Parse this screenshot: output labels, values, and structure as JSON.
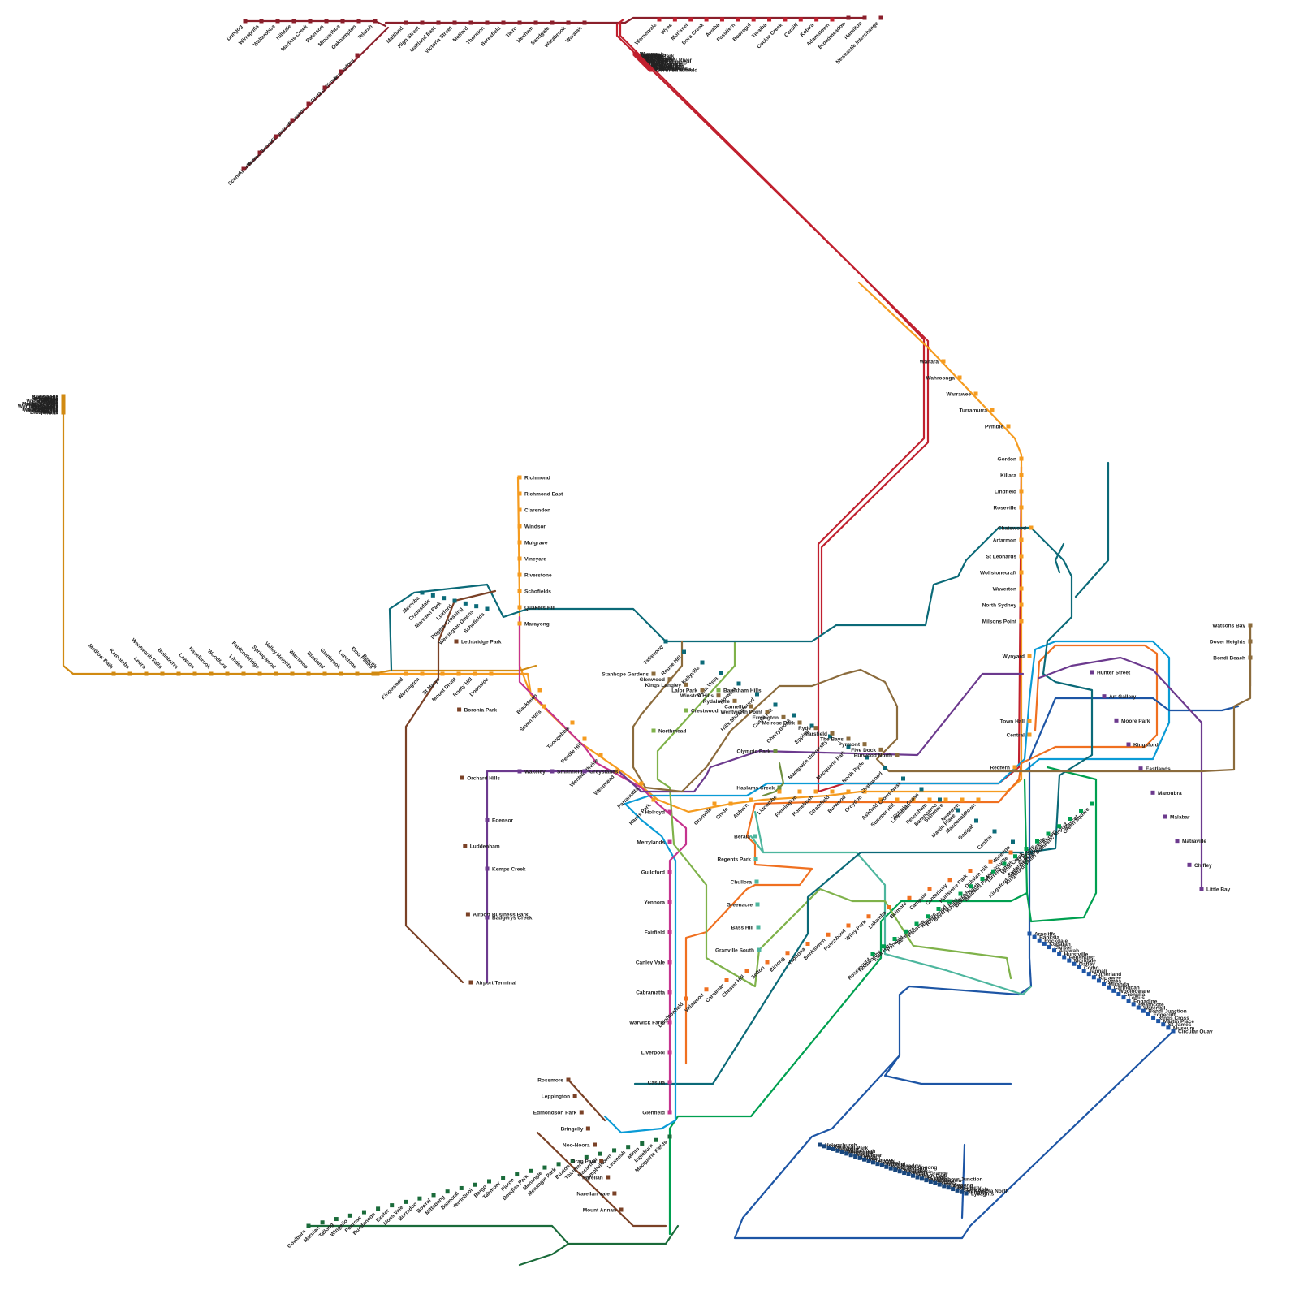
{
  "colors": {
    "hunter": "#8B1F2B",
    "central_coast": "#C0202E",
    "t1": "#F59B1F",
    "blue_mountains": "#D18A12",
    "t2": "#0A9BD6",
    "t3": "#F07020",
    "t4": "#1D55A5",
    "t5": "#C5338E",
    "t6": "#4DB69E",
    "t7": "#6D8E3E",
    "t8": "#00A050",
    "t9": "#D11F2E",
    "metro": "#0B6A78",
    "light_rail_l2": "#8B6B3C",
    "light_rail_l3": "#6E3B8C",
    "southern_highlands": "#1A6B3A",
    "south_coast": "#17467D",
    "new_lines_purple": "#6C3A8E",
    "new_lines_brown": "#7A4126",
    "parramatta_lr": "#7FB24A"
  },
  "stations": {
    "hunter": [
      "Dungog",
      "Wirragulla",
      "Wallarobba",
      "Hilldale",
      "Martins Creek",
      "Paterson",
      "Mindaribba",
      "Oakhampton",
      "Telarah",
      "Maitland",
      "High Street",
      "Maitland East",
      "Victoria Street",
      "Metford",
      "Thornton",
      "Beresfield",
      "Tarro",
      "Hexham",
      "Sandgate",
      "Warabrook",
      "Waratah",
      "Broadmeadow",
      "Hamilton",
      "Newcastle Interchange",
      "Rutherford",
      "Lochinvar",
      "Greta",
      "Branxton",
      "Singleton",
      "Muswellbrook",
      "Aberdeen",
      "Scone"
    ],
    "central_coast_top": [
      "Warnervale",
      "Wyee",
      "Morisset",
      "Dora Creek",
      "Awaba",
      "Fassifern",
      "Booragul",
      "Teralba",
      "Cockle Creek",
      "Cardiff",
      "Kotara",
      "Adamstown"
    ],
    "central_coast": [
      "Wyong",
      "Tuggerah",
      "Ourimbah",
      "Lisarow",
      "Niagara Park",
      "Narara",
      "Gosford",
      "Point Clare",
      "Tascott",
      "Koolewong",
      "Woy Woy",
      "Wondabyne",
      "Hawkesbury River",
      "Cowan",
      "Berowra",
      "Mount Kuring-gai",
      "Mount Colah",
      "Asquith",
      "Hornsby",
      "Normanhurst",
      "Thornleigh",
      "Pennant Hills",
      "Beecroft",
      "Cheltenham",
      "Epping",
      "Eastwood",
      "Denistone",
      "West Ryde",
      "Meadowbank",
      "Rhodes",
      "Concord West",
      "North Strathfield"
    ],
    "north_shore": [
      "Waitara",
      "Wahroonga",
      "Warrawee",
      "Turramurra",
      "Pymble",
      "Gordon",
      "Killara",
      "Lindfield",
      "Roseville",
      "Chatswood",
      "Artarmon",
      "St Leonards",
      "Wollstonecraft",
      "Waverton",
      "North Sydney",
      "Milsons Point",
      "Wynyard",
      "Town Hall",
      "Central",
      "Redfern"
    ],
    "blue_mountains": [
      "Orange",
      "Spring Hill",
      "Millthorpe",
      "Blayney",
      "Newbridge",
      "Perthville",
      "Bathurst",
      "Raglan",
      "Tarana",
      "Rydal",
      "Wallerawang",
      "Bowenfels",
      "Lithgow",
      "Zig Zag",
      "Bell",
      "Mount Victoria",
      "Blackheath",
      "Medlow Bath",
      "Katoomba",
      "Leura",
      "Wentworth Falls",
      "Bullaburra",
      "Lawson",
      "Hazelbrook",
      "Woodford",
      "Linden",
      "Faulconbridge",
      "Springwood",
      "Valley Heights",
      "Warrimoo",
      "Blaxland",
      "Glenbrook",
      "Lapstone",
      "Emu Plains",
      "Penrith"
    ],
    "t1_west": [
      "Kingswood",
      "Werrington",
      "St Marys",
      "Mount Druitt",
      "Rooty Hill",
      "Doonside",
      "Blacktown",
      "Seven Hills",
      "Toongabbie",
      "Pendle Hill",
      "Wentworthville",
      "Westmead",
      "Parramatta",
      "Harris Park",
      "Granville",
      "Clyde",
      "Auburn",
      "Lidcombe",
      "Flemington",
      "Homebush",
      "Strathfield",
      "Burwood",
      "Croydon",
      "Ashfield",
      "Summer Hill",
      "Lewisham",
      "Petersham",
      "Stanmore",
      "Newtown",
      "Macdonaldtown"
    ],
    "richmond": [
      "Richmond",
      "Richmond East",
      "Clarendon",
      "Windsor",
      "Mulgrave",
      "Vineyard",
      "Riverstone",
      "Schofields",
      "Quakers Hill",
      "Marayong"
    ],
    "metro_nw": [
      "Tallawong",
      "Rouse Hill",
      "Kellyville",
      "Bella Vista",
      "Norwest",
      "Hills Showground",
      "Castle Hill",
      "Cherrybrook",
      "Epping",
      "Macquarie University",
      "Macquarie Park",
      "North Ryde",
      "Chatswood",
      "Crows Nest",
      "Victoria Cross",
      "Barangaroo",
      "Martin Place",
      "Gadigal",
      "Central",
      "Waterloo",
      "Sydenham"
    ],
    "metro_west_new": [
      "Melonba",
      "Clydesdale",
      "Marsden Park",
      "Luxford",
      "Rogers Crossing",
      "Werrington Downs",
      "Schofields"
    ],
    "brown_new": [
      "Lethbridge Park",
      "Boronia Park",
      "Orchard Hills",
      "Luddenham",
      "Airport Business Park",
      "Airport Terminal"
    ],
    "purple_new": [
      "Wakeley",
      "Smithfield",
      "Greystanes",
      "Edensor",
      "Kemps Creek",
      "Badgerys Creek"
    ],
    "t5_south": [
      "Holroyd",
      "Merrylands",
      "Guildford",
      "Yennora",
      "Fairfield",
      "Canley Vale",
      "Cabramatta",
      "Warwick Farm",
      "Liverpool",
      "Casula",
      "Glenfield"
    ],
    "t3_bankstown": [
      "Leightonfield",
      "Villawood",
      "Carramar",
      "Chester Hill",
      "Sefton",
      "Birrong",
      "Yagoona",
      "Bankstown",
      "Punchbowl",
      "Wiley Park",
      "Lakemba",
      "Belmore",
      "Campsie",
      "Canterbury",
      "Hurlstone Park",
      "Dulwich Hill",
      "Marrickville"
    ],
    "t6": [
      "Berala",
      "Regents Park",
      "Chullora",
      "Greenacre",
      "Bass Hill",
      "Granville South"
    ],
    "t7": [
      "Olympic Park",
      "Haslams Creek"
    ],
    "lr_l2": [
      "Stanhope Gardens",
      "Glenwood",
      "Kings Langley",
      "Lalor Park",
      "Winston Hills",
      "Rydalmere",
      "Camellia",
      "Wentworth Point",
      "Ermington",
      "Melrose Park",
      "Ryde",
      "Marsfield",
      "The Bays",
      "Pyrmont",
      "Five Dock",
      "Burwood North"
    ],
    "parramatta_lr": [
      "Northmead",
      "Crestwood",
      "Baulkham Hills"
    ],
    "airport_t8": [
      "Green Square",
      "Mascot",
      "Kingsford-Smith Domestic Airport",
      "Kingsford-Smith International Airport",
      "Erskineville",
      "St Peters",
      "Wolli Creek",
      "Tempe",
      "Turrella",
      "Bardwell Park",
      "Bexley North",
      "Kingsgrove",
      "Beverly Hills",
      "Riverwood",
      "Narwee",
      "Padstow",
      "Revesby",
      "Panania",
      "East Hills",
      "Holsworthy",
      "Rosemount"
    ],
    "t4": [
      "Arncliffe",
      "Banksia",
      "Rockdale",
      "Kogarah",
      "Carlton",
      "Allawah",
      "Hurstville",
      "Penshurst",
      "Mortdale",
      "Oatley",
      "Como",
      "Jannali",
      "Sutherland",
      "Kirrawee",
      "Gymea",
      "Miranda",
      "Caringbah",
      "Woolooware",
      "Cronulla",
      "Loftus",
      "Engadine",
      "Heathcote",
      "Waterfall",
      "Bondi Junction",
      "Edgecliff",
      "Kings Cross",
      "Martin Place",
      "St James",
      "Museum",
      "Circular Quay"
    ],
    "south_coast": [
      "Helensburgh",
      "Otford",
      "Stanwell Park",
      "Coalcliff",
      "Scarborough",
      "Wombarra",
      "Coledale",
      "Austinmer",
      "Thirroul",
      "Bulli",
      "Woonona",
      "Bellambi",
      "Corrimal",
      "Towradgi",
      "Fairy Meadow",
      "North Wollongong",
      "Wollongong",
      "Coniston",
      "Unanderra",
      "Kembla Grange",
      "Dapto",
      "Albion Park",
      "Oak Flats",
      "Shellharbour Junction",
      "Minnamurra",
      "Bombo",
      "Kiama",
      "Gerringong",
      "Berry",
      "Bomaderry",
      "Port Kembla",
      "Port Kembla North",
      "Cringila",
      "Lysaghts"
    ],
    "southern_highlands": [
      "Goulburn",
      "Marulan",
      "Tallong",
      "Wingello",
      "Penrose",
      "Bundanoon",
      "Exeter",
      "Moss Vale",
      "Burradoo",
      "Bowral",
      "Mittagong",
      "Balmoral",
      "Yerrinbool",
      "Bargo",
      "Tahmoor",
      "Picton",
      "Douglas Park",
      "Menangle",
      "Menangle Park",
      "Buxton",
      "Thirlmere",
      "Macarthur",
      "Campbelltown",
      "Leumeah",
      "Minto",
      "Ingleburn",
      "Macquarie Fields"
    ],
    "leppington": [
      "Rossmore",
      "Leppington",
      "Edmondson Park",
      "Bringelly",
      "Noo-Noora",
      "Oran Park",
      "Narellan",
      "Narellan Vale",
      "Mount Annan"
    ],
    "l3_new": [
      "Hunter Street",
      "Art Gallery",
      "Moore Park",
      "Kingsford",
      "Eastlands",
      "Maroubra",
      "Malabar",
      "Matraville",
      "Chifley",
      "Little Bay"
    ],
    "eastern": [
      "Watsons Bay",
      "Dover Heights",
      "Bondi Beach"
    ]
  }
}
